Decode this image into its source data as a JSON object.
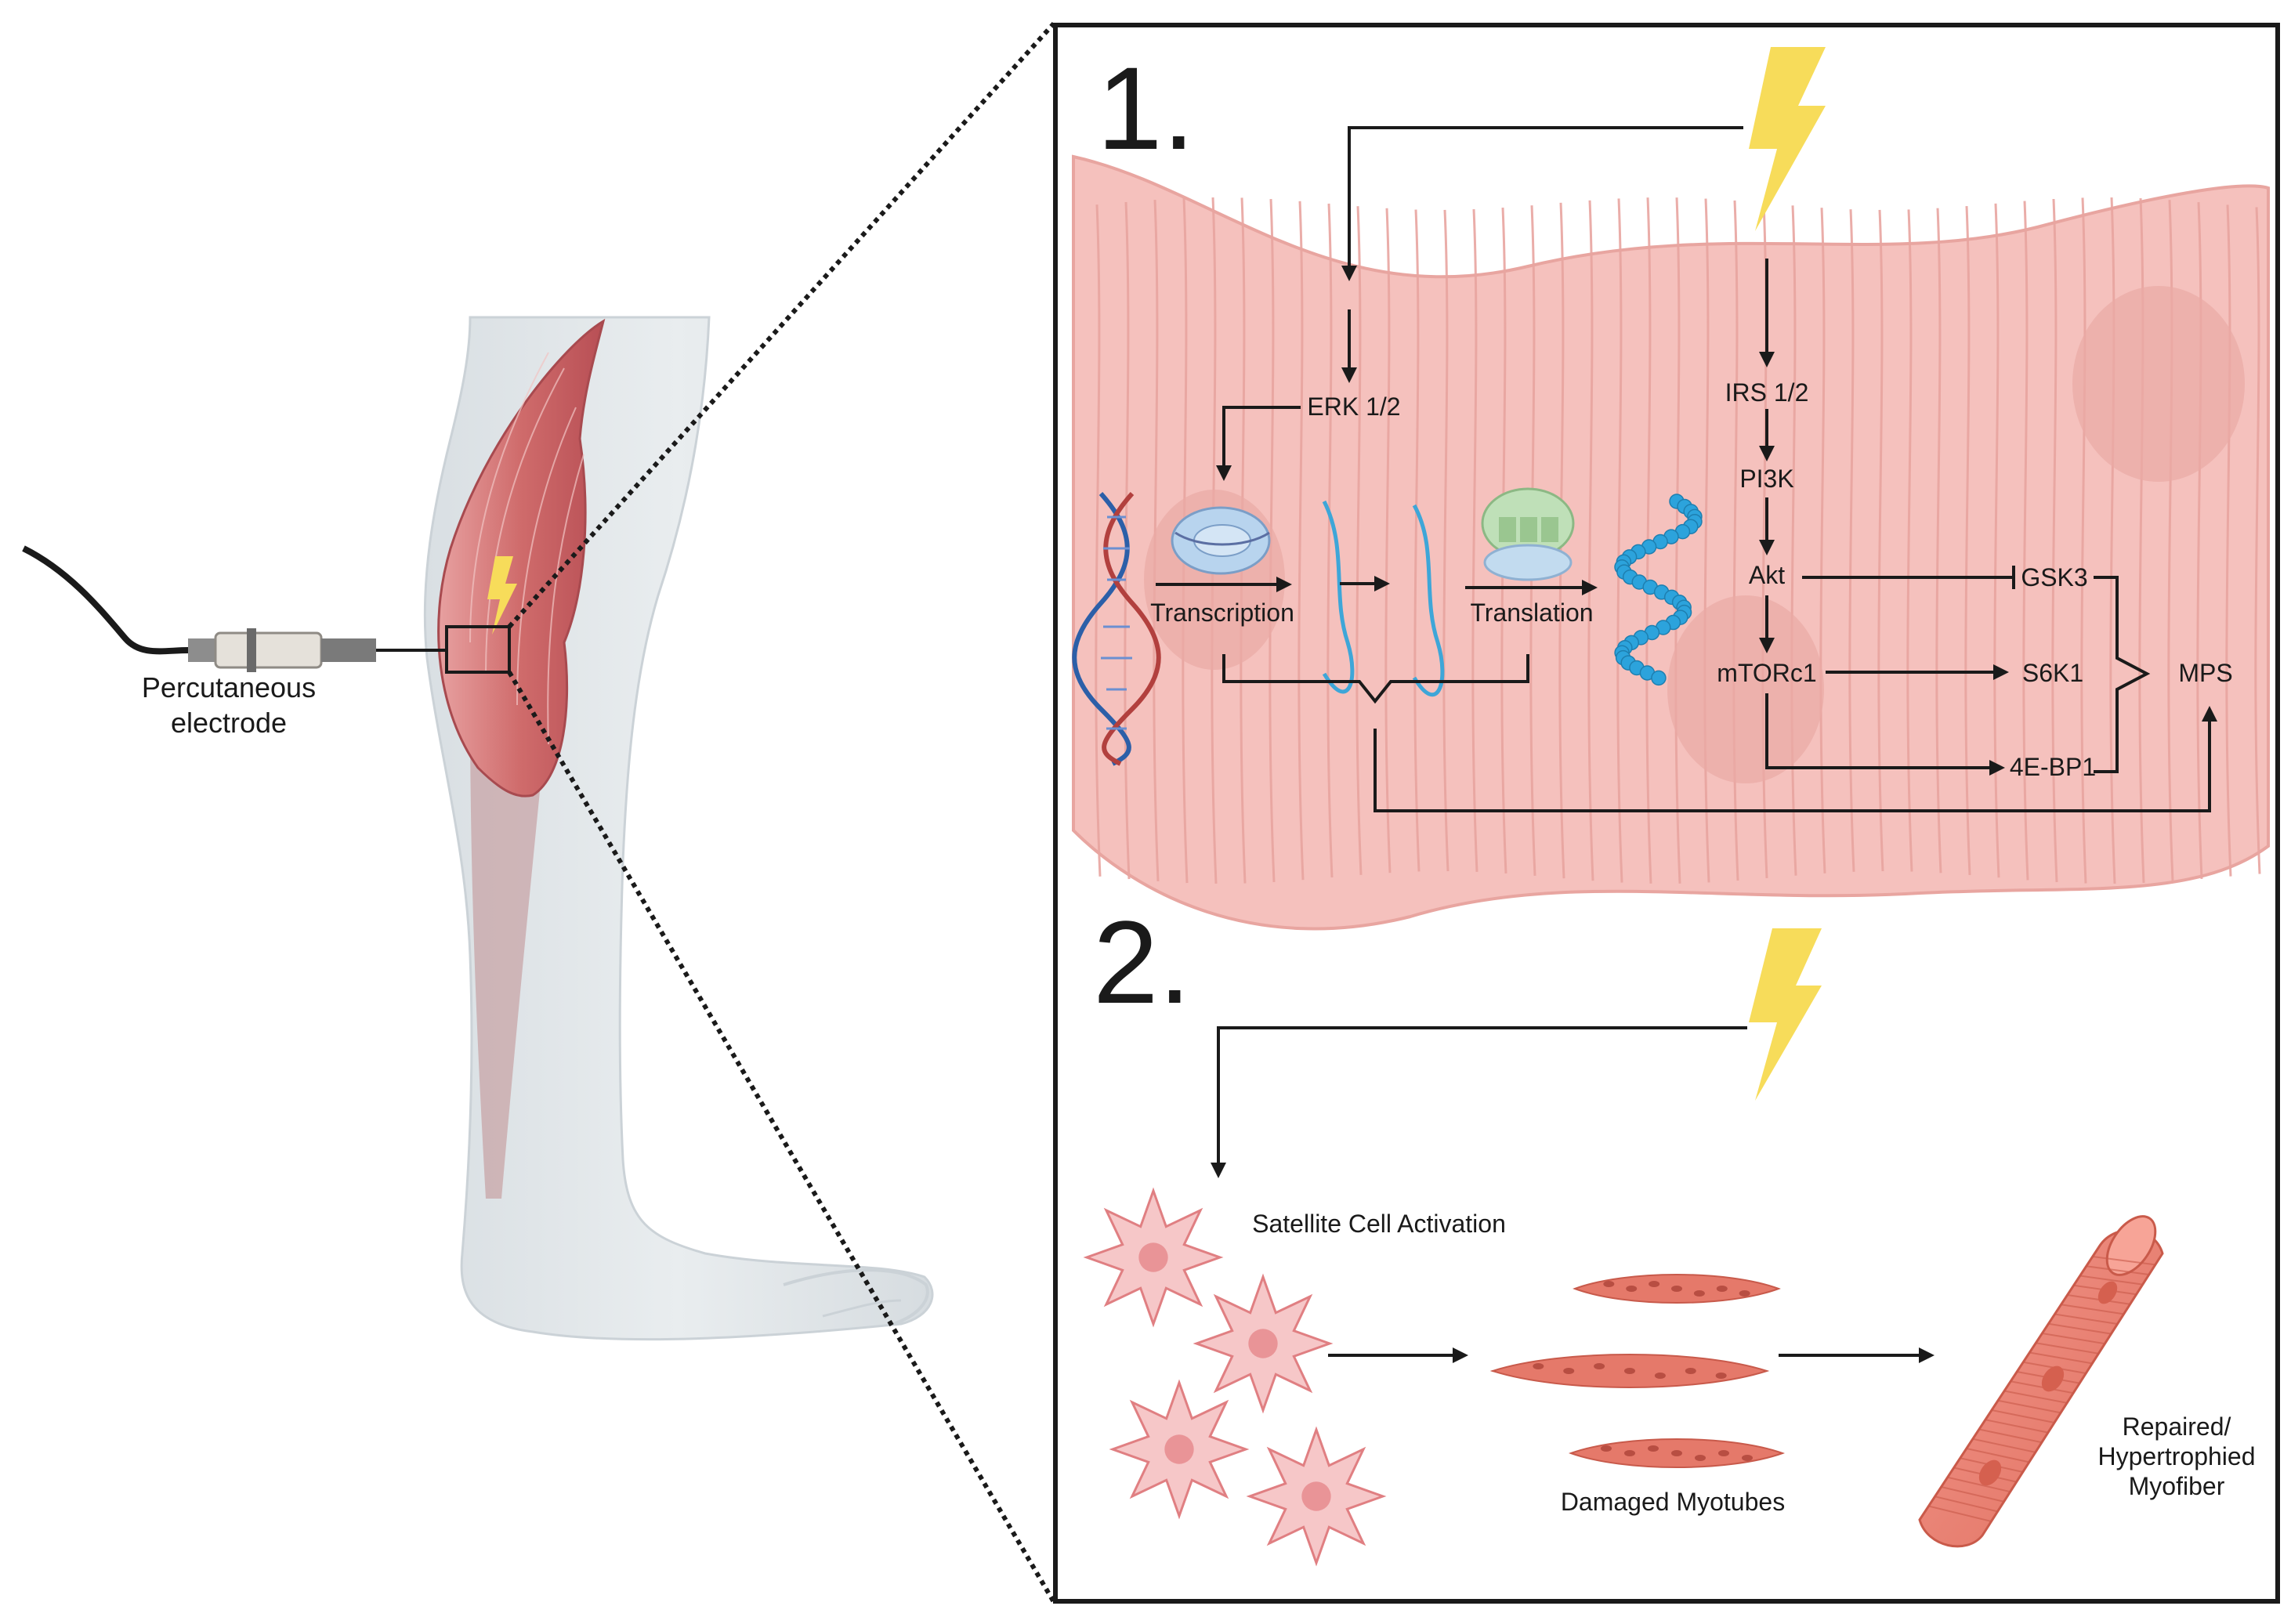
{
  "electrode": {
    "label_line1": "Percutaneous",
    "label_line2": "electrode"
  },
  "panel1": {
    "number": "1.",
    "erk": "ERK 1/2",
    "irs": "IRS 1/2",
    "pi3k": "PI3K",
    "akt": "Akt",
    "mtorc1": "mTORc1",
    "gsk3": "GSK3",
    "s6k1": "S6K1",
    "bp1": "4E-BP1",
    "mps": "MPS",
    "transcription": "Transcription",
    "translation": "Translation"
  },
  "panel2": {
    "number": "2.",
    "satellite": "Satellite Cell Activation",
    "myotubes": "Damaged Myotubes",
    "repaired_line1": "Repaired/",
    "repaired_line2": "Hypertrophied",
    "repaired_line3": "Myofiber"
  },
  "colors": {
    "muscle_band": "#f5c1bd",
    "muscle_stroke": "#e8a5a0",
    "bolt": "#f7dc5a",
    "dna_blue": "#2c5fa8",
    "rna_blue": "#3ea6d8",
    "protein_blue": "#2ca3dc",
    "leg": "#e3e7ea",
    "muscle_red": "#c95a5a"
  }
}
